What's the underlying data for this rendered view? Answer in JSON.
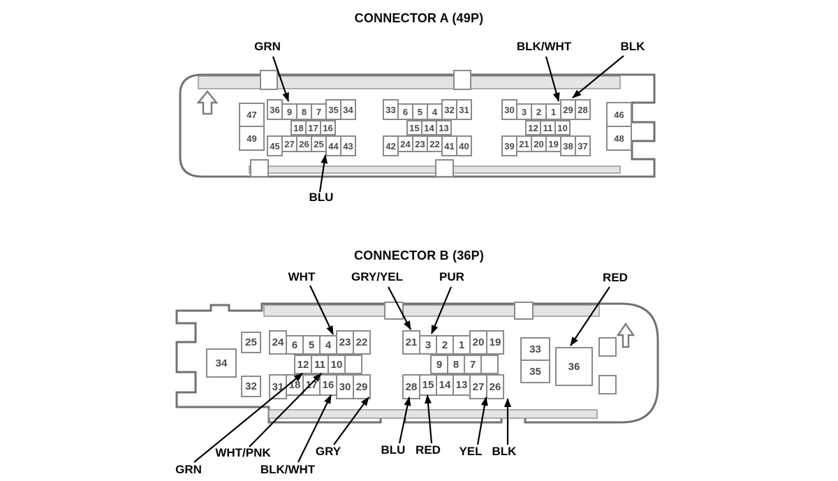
{
  "colors": {
    "background": "#ffffff",
    "shell_outline": "#717171",
    "strip_fill": "#e4e4e4",
    "pin_border": "#8a8a8a",
    "pin_text": "#4a4a4a",
    "label_text": "#050505",
    "arrow": "#000000"
  },
  "connector_a": {
    "title": "CONNECTOR A (49P)",
    "side_left": [
      "47",
      "49"
    ],
    "side_right": [
      "46",
      "48"
    ],
    "groups": [
      {
        "top": [
          "36",
          "9",
          "8",
          "7",
          "35",
          "34"
        ],
        "mid": [
          "18",
          "17",
          "16"
        ],
        "bottom": [
          "45",
          "27",
          "26",
          "25",
          "44",
          "43"
        ]
      },
      {
        "top": [
          "33",
          "6",
          "5",
          "4",
          "32",
          "31"
        ],
        "mid": [
          "15",
          "14",
          "13"
        ],
        "bottom": [
          "42",
          "24",
          "23",
          "22",
          "41",
          "40"
        ]
      },
      {
        "top": [
          "30",
          "3",
          "2",
          "1",
          "29",
          "28"
        ],
        "mid": [
          "12",
          "11",
          "10"
        ],
        "bottom": [
          "39",
          "21",
          "20",
          "19",
          "38",
          "37"
        ]
      }
    ],
    "labels": [
      {
        "text": "GRN",
        "pin": "9"
      },
      {
        "text": "BLK/WHT",
        "pin": "1"
      },
      {
        "text": "BLK",
        "pin": "29"
      },
      {
        "text": "BLU",
        "pin": "25"
      }
    ]
  },
  "connector_b": {
    "title": "CONNECTOR B (36P)",
    "corner_left": "34",
    "col_left": [
      "25",
      "32"
    ],
    "col_right": [
      "33",
      "35"
    ],
    "corner_right": "36",
    "groups": [
      {
        "top": [
          "24",
          "6",
          "5",
          "4",
          "23",
          "22"
        ],
        "mid": [
          "12",
          "11",
          "10",
          ""
        ],
        "bottom": [
          "31",
          "18",
          "17",
          "16",
          "30",
          "29"
        ]
      },
      {
        "top": [
          "21",
          "3",
          "2",
          "1",
          "20",
          "19"
        ],
        "mid": [
          "9",
          "8",
          "7",
          ""
        ],
        "bottom": [
          "28",
          "15",
          "14",
          "13",
          "27",
          "26"
        ]
      }
    ],
    "labels_top": [
      {
        "text": "WHT",
        "pin": "4"
      },
      {
        "text": "GRY/YEL",
        "pin": "21"
      },
      {
        "text": "PUR",
        "pin": "3"
      },
      {
        "text": "RED",
        "pin": "36"
      }
    ],
    "labels_bottom": [
      {
        "text": "GRN",
        "pin": "12"
      },
      {
        "text": "WHT/PNK",
        "pin": "11"
      },
      {
        "text": "BLK/WHT",
        "pin": "16"
      },
      {
        "text": "GRY",
        "pin": "29"
      },
      {
        "text": "BLU",
        "pin": "28"
      },
      {
        "text": "RED",
        "pin": "15"
      },
      {
        "text": "YEL",
        "pin": "27"
      },
      {
        "text": "BLK",
        "pin": "26"
      }
    ]
  }
}
